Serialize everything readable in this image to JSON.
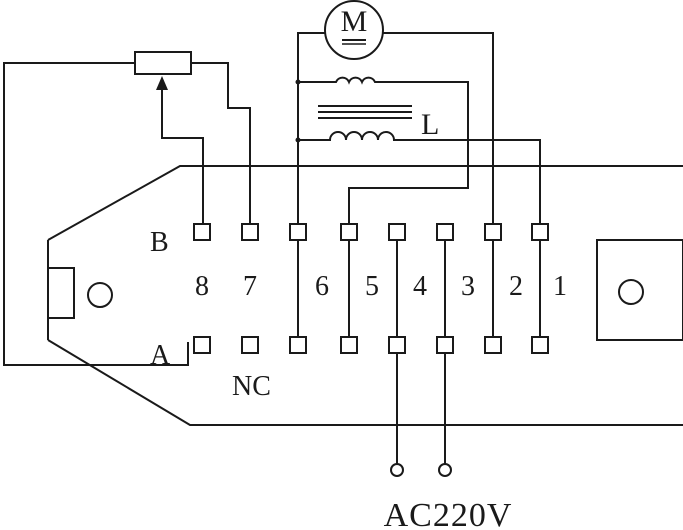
{
  "row_labels": {
    "b": "B",
    "a": "A"
  },
  "pin_numbers": [
    "8",
    "7",
    "6",
    "5",
    "4",
    "3",
    "2",
    "1"
  ],
  "nc_label": "NC",
  "motor_label": "M",
  "inductor_label": "L",
  "supply_label": "AC220V"
}
